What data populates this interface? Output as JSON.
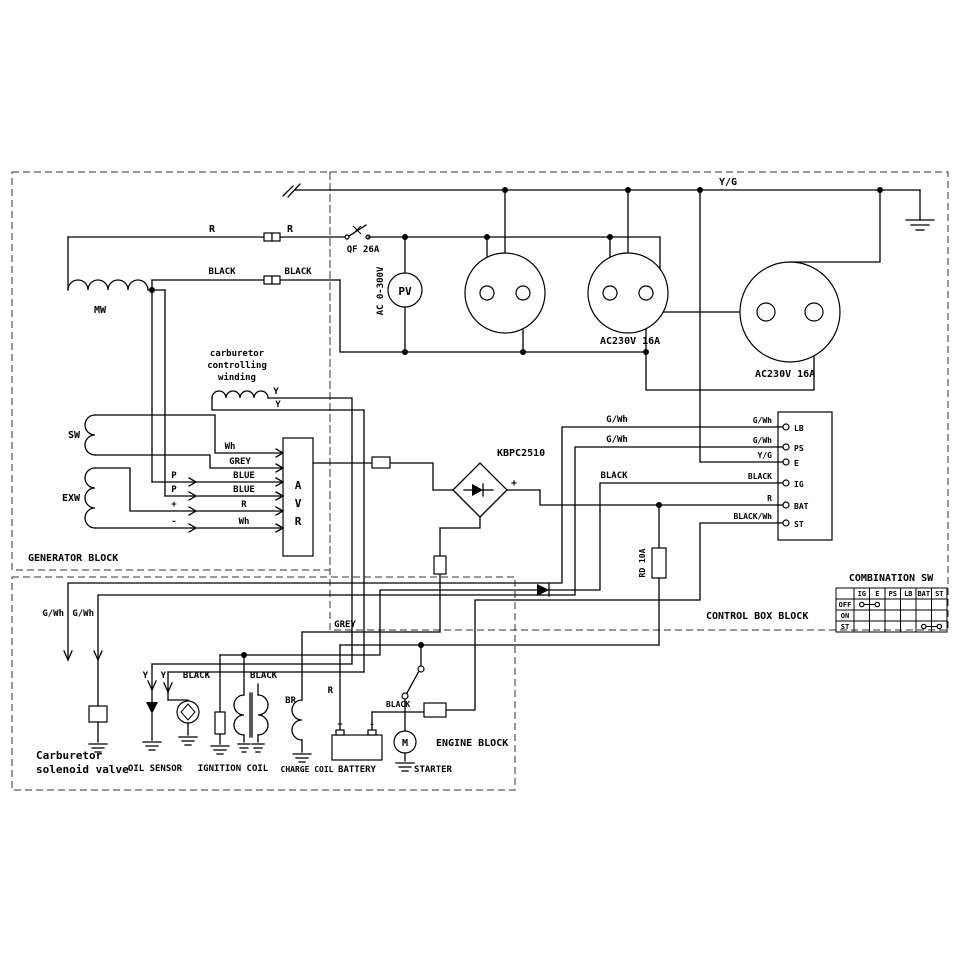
{
  "blocks": {
    "generator_label": "GENERATOR BLOCK",
    "control_label": "CONTROL BOX BLOCK",
    "engine_label": "ENGINE BLOCK"
  },
  "power": {
    "earth": "Y/G",
    "r1": "R",
    "r2": "R",
    "black1": "BLACK",
    "black2": "BLACK",
    "breaker": "QF 26A",
    "meter": "PV",
    "meter_range": "AC 0-300V",
    "socket_small": "AC230V 16A",
    "socket_large": "AC230V 16A"
  },
  "generator": {
    "mw": "MW",
    "sw": "SW",
    "exw": "EXW",
    "carb1": "carburetor",
    "carb2": "controlling",
    "carb3": "winding",
    "y1": "Y",
    "y2": "Y",
    "avr_a": "A",
    "avr_v": "V",
    "avr_r": "R",
    "in1": "Wh",
    "in2": "GREY",
    "in3": "BLUE",
    "in4": "BLUE",
    "in5": "R",
    "in6": "Wh",
    "t3": "P",
    "t4": "P",
    "t5": "+",
    "t6": "-"
  },
  "rectifier": {
    "name": "KBPC2510",
    "plus": "+"
  },
  "harness": {
    "mid1": "G/Wh",
    "mid2": "G/Wh",
    "mid3": "BLACK",
    "w1": "G/Wh",
    "w2": "G/Wh",
    "w3": "Y/G",
    "w4": "BLACK",
    "w5": "R",
    "w6": "BLACK/Wh",
    "p1": "LB",
    "p2": "PS",
    "p3": "E",
    "p4": "IG",
    "p5": "BAT",
    "p6": "ST"
  },
  "combo": {
    "title": "COMBINATION SW",
    "cols": [
      "IG",
      "E",
      "PS",
      "LB",
      "BAT",
      "ST"
    ],
    "rows": [
      "OFF",
      "ON",
      "ST"
    ]
  },
  "engine": {
    "fuse": "RD 10A",
    "grey": "GREY",
    "gwh1": "G/Wh",
    "gwh2": "G/Wh",
    "y1": "Y",
    "y2": "Y",
    "black1": "BLACK",
    "black2": "BLACK",
    "black3": "BLACK",
    "br": "BR",
    "r": "R",
    "valve1": "Carburetor",
    "valve2": "solenoid valve",
    "oil": "OIL SENSOR",
    "ign": "IGNITION COIL",
    "charge": "CHARGE COIL",
    "battery": "BATTERY",
    "starter": "STARTER",
    "motor": "M",
    "plus": "+",
    "minus": "-"
  }
}
